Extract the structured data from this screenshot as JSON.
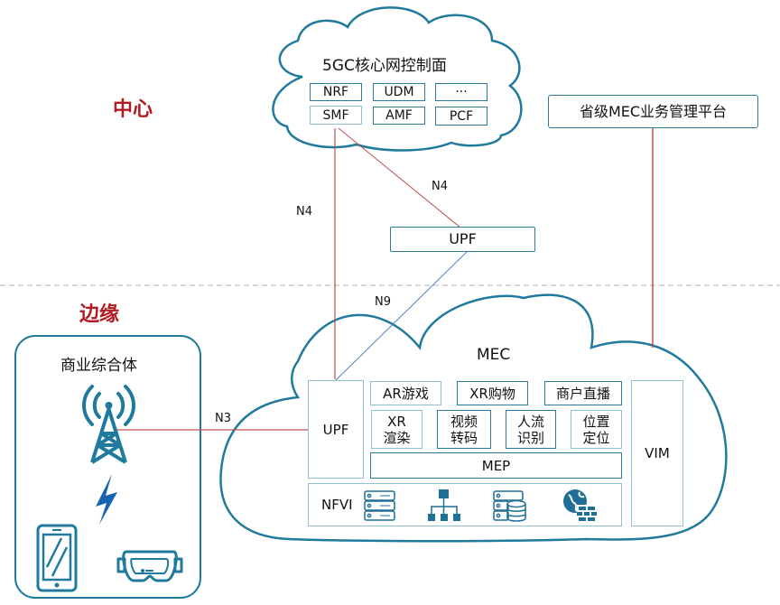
{
  "regions": {
    "center": "中心",
    "edge": "边缘"
  },
  "core_cloud": {
    "title": "5GC核心网控制面",
    "functions": [
      "NRF",
      "UDM",
      "···",
      "SMF",
      "AMF",
      "PCF"
    ]
  },
  "mec_platform": {
    "label": "省级MEC业务管理平台"
  },
  "middle_upf": {
    "label": "UPF"
  },
  "interfaces": {
    "n4_left": "N4",
    "n4_diag": "N4",
    "n9": "N9",
    "n3": "N3"
  },
  "mec_cloud": {
    "title": "MEC",
    "upf": "UPF",
    "apps_row1": [
      "AR游戏",
      "XR购物",
      "商户直播"
    ],
    "apps_row2": [
      "XR\n渲染",
      "视频\n转码",
      "人流\n识别",
      "位置\n定位"
    ],
    "mep": "MEP",
    "nfvi": "NFVI",
    "nfvi_icons": [
      "server-rack-icon",
      "network-topology-icon",
      "storage-database-icon",
      "globe-firewall-icon"
    ],
    "vim": "VIM"
  },
  "site": {
    "title": "商业综合体",
    "icons": [
      "cell-tower-icon",
      "lightning-icon",
      "smartphone-icon",
      "vr-headset-icon"
    ]
  },
  "colors": {
    "region_label": "#b01c22",
    "cloud_outline": "#1f7a9e",
    "link_red": "#c0504d",
    "link_blue": "#4f81bd",
    "icon_blue": "#1f6f96"
  }
}
